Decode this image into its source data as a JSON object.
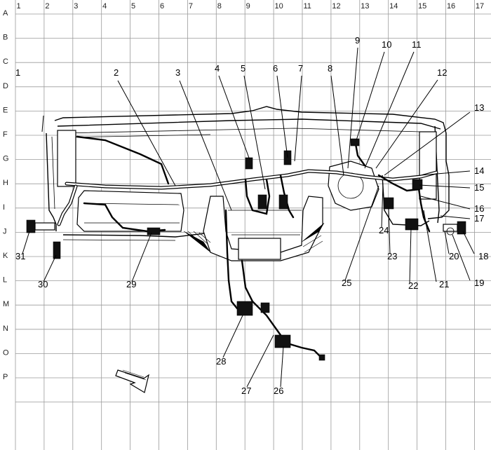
{
  "grid": {
    "columns": [
      "1",
      "2",
      "3",
      "4",
      "5",
      "6",
      "7",
      "8",
      "9",
      "10",
      "11",
      "12",
      "13",
      "14",
      "15",
      "16",
      "17"
    ],
    "rows": [
      "A",
      "B",
      "C",
      "D",
      "E",
      "F",
      "G",
      "H",
      "I",
      "J",
      "K",
      "L",
      "M",
      "N",
      "O",
      "P"
    ]
  },
  "callouts": [
    {
      "label": "1"
    },
    {
      "label": "2"
    },
    {
      "label": "3"
    },
    {
      "label": "4"
    },
    {
      "label": "5"
    },
    {
      "label": "6"
    },
    {
      "label": "7"
    },
    {
      "label": "8"
    },
    {
      "label": "9"
    },
    {
      "label": "10"
    },
    {
      "label": "11"
    },
    {
      "label": "12"
    },
    {
      "label": "13"
    },
    {
      "label": "14"
    },
    {
      "label": "15"
    },
    {
      "label": "16"
    },
    {
      "label": "17"
    },
    {
      "label": "18"
    },
    {
      "label": "19"
    },
    {
      "label": "20"
    },
    {
      "label": "21"
    },
    {
      "label": "22"
    },
    {
      "label": "23"
    },
    {
      "label": "24"
    },
    {
      "label": "25"
    },
    {
      "label": "26"
    },
    {
      "label": "27"
    },
    {
      "label": "28"
    },
    {
      "label": "29"
    },
    {
      "label": "30"
    },
    {
      "label": "31"
    }
  ]
}
